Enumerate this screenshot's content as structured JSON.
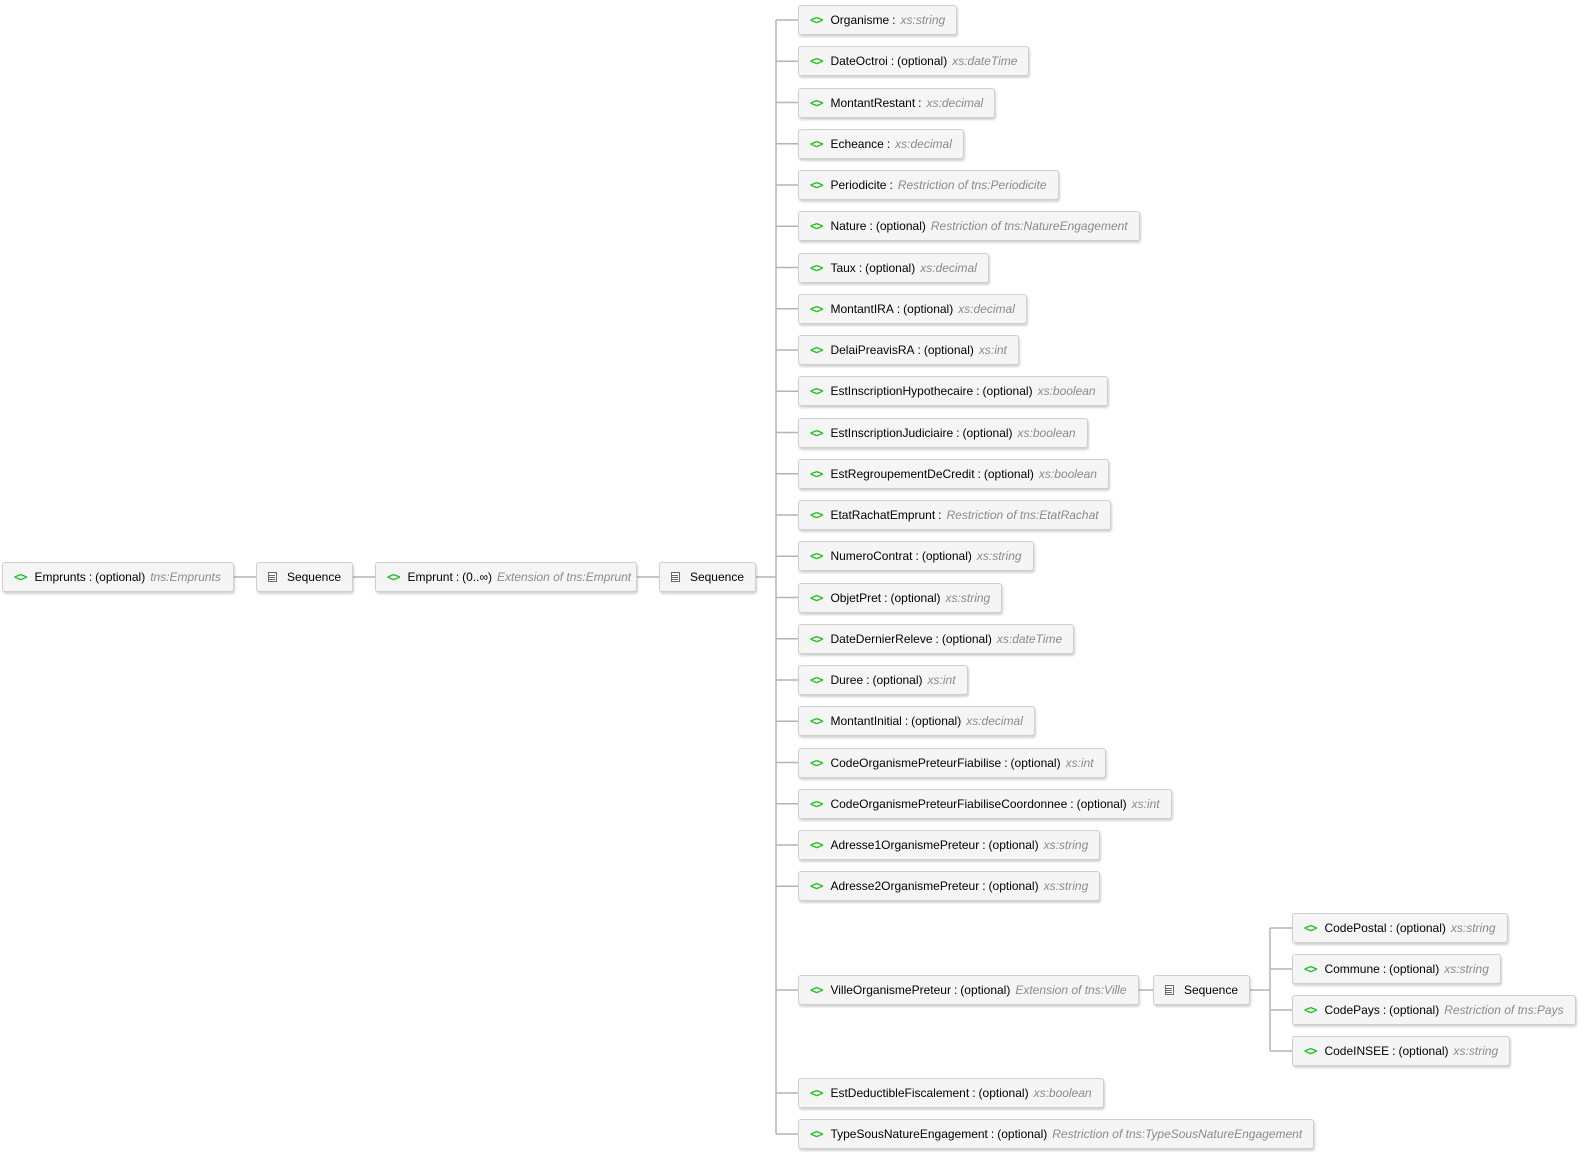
{
  "root": {
    "name": "Emprunts",
    "occurs": "(optional)",
    "type": "tns:Emprunts"
  },
  "sequence_label": "Sequence",
  "emprunt": {
    "name": "Emprunt",
    "occurs": "(0..∞)",
    "type": "Extension of tns:Emprunt"
  },
  "children": [
    {
      "name": "Organisme",
      "occurs": "",
      "type": "xs:string"
    },
    {
      "name": "DateOctroi",
      "occurs": "(optional)",
      "type": "xs:dateTime"
    },
    {
      "name": "MontantRestant",
      "occurs": "",
      "type": "xs:decimal"
    },
    {
      "name": "Echeance",
      "occurs": "",
      "type": "xs:decimal"
    },
    {
      "name": "Periodicite",
      "occurs": "",
      "type": "Restriction of tns:Periodicite"
    },
    {
      "name": "Nature",
      "occurs": "(optional)",
      "type": "Restriction of tns:NatureEngagement"
    },
    {
      "name": "Taux",
      "occurs": "(optional)",
      "type": "xs:decimal"
    },
    {
      "name": "MontantIRA",
      "occurs": "(optional)",
      "type": "xs:decimal"
    },
    {
      "name": "DelaiPreavisRA",
      "occurs": "(optional)",
      "type": "xs:int"
    },
    {
      "name": "EstInscriptionHypothecaire",
      "occurs": "(optional)",
      "type": "xs:boolean"
    },
    {
      "name": "EstInscriptionJudiciaire",
      "occurs": "(optional)",
      "type": "xs:boolean"
    },
    {
      "name": "EstRegroupementDeCredit",
      "occurs": "(optional)",
      "type": "xs:boolean"
    },
    {
      "name": "EtatRachatEmprunt",
      "occurs": "",
      "type": "Restriction of tns:EtatRachat"
    },
    {
      "name": "NumeroContrat",
      "occurs": "(optional)",
      "type": "xs:string"
    },
    {
      "name": "ObjetPret",
      "occurs": "(optional)",
      "type": "xs:string"
    },
    {
      "name": "DateDernierReleve",
      "occurs": "(optional)",
      "type": "xs:dateTime"
    },
    {
      "name": "Duree",
      "occurs": "(optional)",
      "type": "xs:int"
    },
    {
      "name": "MontantInitial",
      "occurs": "(optional)",
      "type": "xs:decimal"
    },
    {
      "name": "CodeOrganismePreteurFiabilise",
      "occurs": "(optional)",
      "type": "xs:int"
    },
    {
      "name": "CodeOrganismePreteurFiabiliseCoordonnee",
      "occurs": "(optional)",
      "type": "xs:int"
    },
    {
      "name": "Adresse1OrganismePreteur",
      "occurs": "(optional)",
      "type": "xs:string"
    },
    {
      "name": "Adresse2OrganismePreteur",
      "occurs": "(optional)",
      "type": "xs:string"
    },
    {
      "name": "VilleOrganismePreteur",
      "occurs": "(optional)",
      "type": "Extension of tns:Ville"
    },
    {
      "name": "EstDeductibleFiscalement",
      "occurs": "(optional)",
      "type": "xs:boolean"
    },
    {
      "name": "TypeSousNatureEngagement",
      "occurs": "(optional)",
      "type": "Restriction of tns:TypeSousNatureEngagement"
    }
  ],
  "ville_children": [
    {
      "name": "CodePostal",
      "occurs": "(optional)",
      "type": "xs:string"
    },
    {
      "name": "Commune",
      "occurs": "(optional)",
      "type": "xs:string"
    },
    {
      "name": "CodePays",
      "occurs": "(optional)",
      "type": "Restriction of tns:Pays"
    },
    {
      "name": "CodeINSEE",
      "occurs": "(optional)",
      "type": "xs:string"
    }
  ],
  "colors": {
    "element_icon": "#1fbf1f",
    "type_text": "#8a8a8a",
    "connector": "#b4b4b4",
    "node_bg": "#f5f5f5",
    "node_border": "#cfcfcf"
  },
  "icons": {
    "element": "element-icon",
    "sequence": "sequence-icon"
  }
}
